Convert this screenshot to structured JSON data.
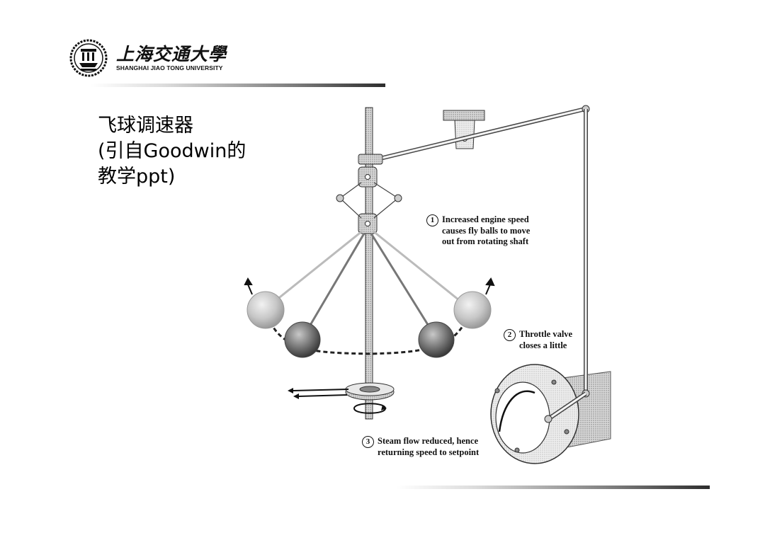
{
  "header": {
    "logo_cn": "上海交通大學",
    "logo_en": "SHANGHAI JIAO TONG UNIVERSITY",
    "seal_icon": "sjtu-seal-icon"
  },
  "slide": {
    "title_lines": [
      "飞球调速器",
      "(引自Goodwin的",
      "教学ppt)"
    ]
  },
  "figure": {
    "annotations": [
      {
        "number": "1",
        "lines": [
          "Increased engine speed",
          "causes fly balls to move",
          "out from rotating shaft"
        ]
      },
      {
        "number": "2",
        "lines": [
          "Throttle valve",
          "closes a little"
        ]
      },
      {
        "number": "3",
        "lines": [
          "Steam flow reduced, hence",
          "returning speed to setpoint"
        ]
      }
    ]
  },
  "colors": {
    "rule_dark": "#2d2d2d",
    "text": "#000000"
  }
}
